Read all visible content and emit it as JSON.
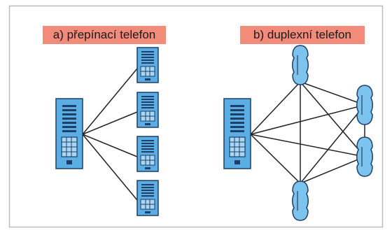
{
  "labels": {
    "a": "a) přepínací telefon",
    "b": "b) duplexní telefon"
  },
  "colors": {
    "device_fill": "#5aaee4",
    "device_stroke": "#1f3f66",
    "handset_fill": "#7cc3ee",
    "label_bg": "#f28b7a",
    "line": "#222222",
    "frame": "#bdbdbd"
  },
  "diagram_a": {
    "central_device": "desk-phone",
    "terminals": [
      "terminal-1",
      "terminal-2",
      "terminal-3",
      "terminal-4"
    ]
  },
  "diagram_b": {
    "central_device": "desk-phone",
    "handsets": [
      "handset-top",
      "handset-right-upper",
      "handset-right-lower",
      "handset-bottom"
    ]
  }
}
